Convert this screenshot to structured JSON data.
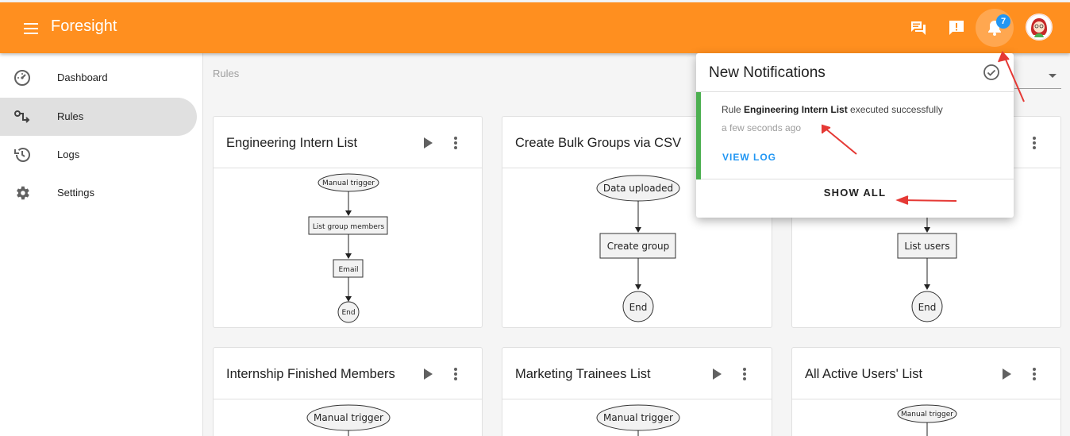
{
  "header": {
    "menu_icon": "menu-icon",
    "app_title": "Foresight",
    "icons": [
      "chat-icon",
      "feedback-icon",
      "notifications-icon",
      "avatar"
    ],
    "notification_count": "7",
    "accent_color": "#ff8f1f"
  },
  "sidebar": {
    "items": [
      {
        "label": "Dashboard",
        "icon": "dashboard-icon"
      },
      {
        "label": "Rules",
        "icon": "rules-icon",
        "active": true
      },
      {
        "label": "Logs",
        "icon": "history-icon"
      },
      {
        "label": "Settings",
        "icon": "gear-icon"
      }
    ]
  },
  "main": {
    "breadcrumb": "Rules",
    "cards": [
      {
        "title": "Engineering Intern List",
        "flow": [
          "Manual trigger",
          "List group members",
          "Email",
          "End"
        ]
      },
      {
        "title": "Create Bulk Groups via CSV",
        "flow": [
          "Data uploaded",
          "Create group",
          "End"
        ]
      },
      {
        "title": "",
        "flow": [
          "List users",
          "End"
        ]
      },
      {
        "title": "Internship Finished Members",
        "flow": [
          "Manual trigger"
        ]
      },
      {
        "title": "Marketing Trainees List",
        "flow": [
          "Manual trigger"
        ]
      },
      {
        "title": "All Active Users' List",
        "flow": [
          "Manual trigger"
        ]
      }
    ]
  },
  "notifications": {
    "title": "New Notifications",
    "items": [
      {
        "prefix": "Rule ",
        "rule_name": "Engineering Intern List",
        "suffix": " executed successfully",
        "time": "a few seconds ago",
        "action": "VIEW LOG",
        "status_color": "#4caf50"
      }
    ],
    "show_all": "SHOW ALL"
  }
}
